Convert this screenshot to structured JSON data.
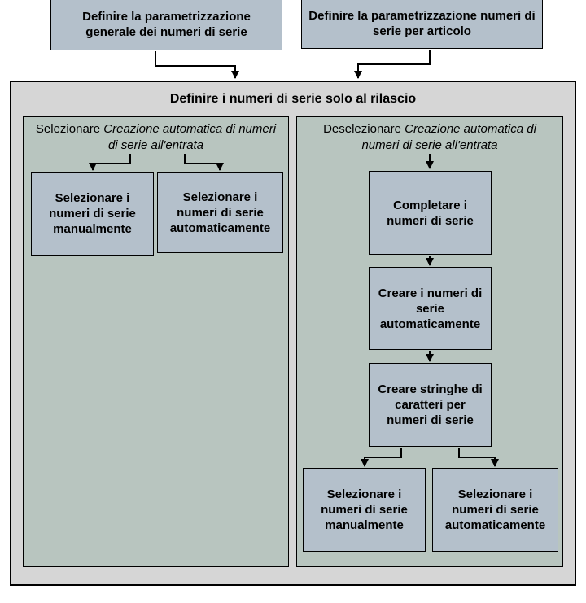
{
  "top": {
    "left_box": "Definire la parametrizzazione generale dei numeri di serie",
    "right_box": "Definire la parametrizzazione numeri di serie per articolo"
  },
  "main": {
    "title": "Definire i numeri di serie solo al rilascio",
    "left_panel": {
      "title_prefix": "Selezionare ",
      "title_italic": "Creazione automatica di numeri di serie all'entrata",
      "box_manual": "Selezionare i numeri di serie manualmente",
      "box_auto": "Selezionare i numeri di serie automaticamente"
    },
    "right_panel": {
      "title_prefix": "Deselezionare ",
      "title_italic": "Creazione automatica di numeri di serie all'entrata",
      "step1": "Completare i numeri di serie",
      "step2": "Creare i numeri di serie automaticamente",
      "step3": "Creare stringhe di caratteri per numeri di serie",
      "box_manual": "Selezionare i numeri di serie manualmente",
      "box_auto": "Selezionare i numeri di serie automaticamente"
    }
  }
}
